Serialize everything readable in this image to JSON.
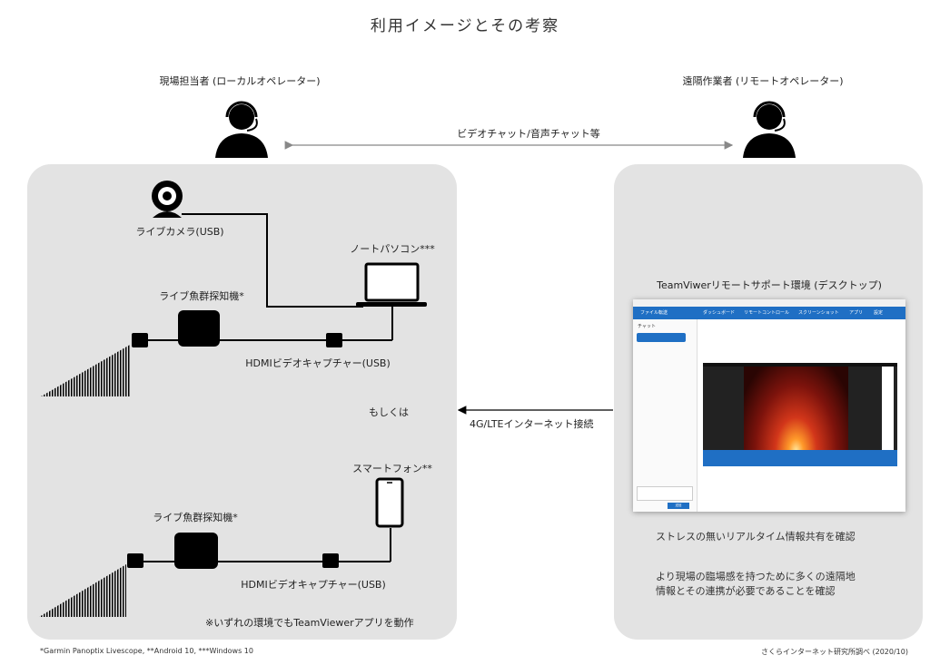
{
  "title": "利用イメージとその考察",
  "local_operator": {
    "label": "現場担当者 (ローカルオペレーター)",
    "icon": "headset-operator-icon"
  },
  "remote_operator": {
    "label": "遠隔作業者 (リモートオペレーター)",
    "icon": "headset-operator-icon"
  },
  "video_chat_label": "ビデオチャット/音声チャット等",
  "network_label": "4G/LTEインターネット接続",
  "or_label": "もしくは",
  "top_setup": {
    "camera_label": "ライブカメラ(USB)",
    "laptop_label": "ノートパソコン***",
    "sonar_label": "ライブ魚群探知機*",
    "capture_label": "HDMIビデオキャプチャー(USB)"
  },
  "bottom_setup": {
    "phone_label": "スマートフォン**",
    "sonar_label": "ライブ魚群探知機*",
    "capture_label": "HDMIビデオキャプチャー(USB)",
    "teamviewer_note": "※いずれの環境でもTeamViewerアプリを動作"
  },
  "remote_panel": {
    "screenshot_title": "TeamViwerリモートサポート環境 (デスクトップ)",
    "finding_1": "ストレスの無いリアルタイム情報共有を確認",
    "finding_2_line1": "より現場の臨場感を持つために多くの遠隔地",
    "finding_2_line2": "情報とその連携が必要であることを確認"
  },
  "screenshot_ui": {
    "file_transfer": "ファイル転送",
    "tabs": [
      "ダッシュボード",
      "リモートコントロール",
      "スクリーンショット",
      "アプリ",
      "設定"
    ],
    "chat_title": "チャット",
    "send_label": "送信"
  },
  "footnote": "*Garmin Panoptix Livescope, **Android 10, ***Windows 10",
  "credit": "さくらインターネット研究所調べ (2020/10)",
  "colors": {
    "panel": "#e3e3e3",
    "accent": "#1f6fc4",
    "line": "#000000"
  }
}
